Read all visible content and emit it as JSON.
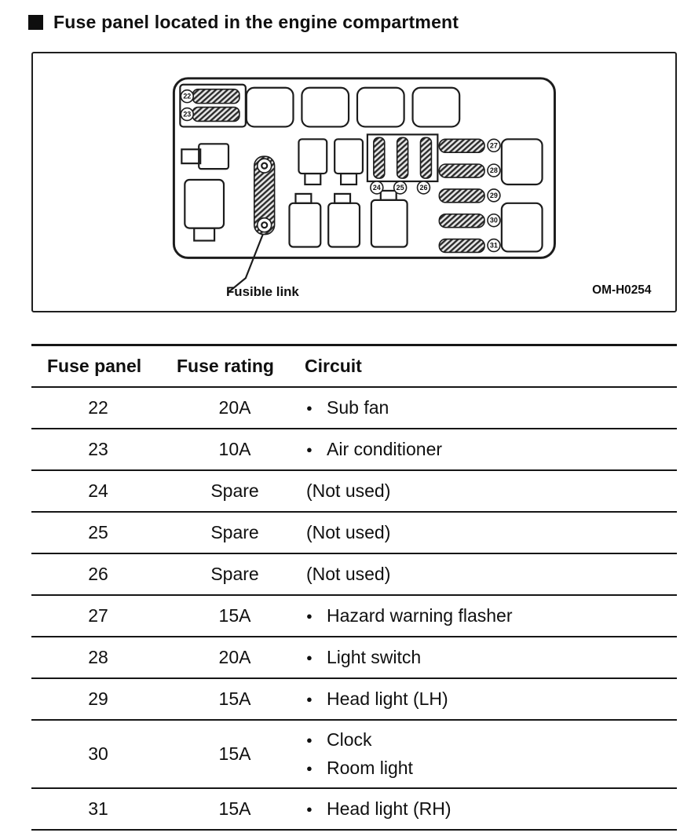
{
  "page": {
    "heading": "Fuse panel located in the engine compartment"
  },
  "figure": {
    "caption": "Fusible link",
    "code": "OM-H0254",
    "fuse_labels": {
      "f22": "22",
      "f23": "23",
      "f24": "24",
      "f25": "25",
      "f26": "26",
      "f27": "27",
      "f28": "28",
      "f29": "29",
      "f30": "30",
      "f31": "31"
    }
  },
  "table": {
    "headers": {
      "panel": "Fuse panel",
      "rating": "Fuse rating",
      "circuit": "Circuit"
    },
    "bullet": "●",
    "rows": [
      {
        "panel": "22",
        "rating": "20A",
        "circuits": [
          "Sub fan"
        ]
      },
      {
        "panel": "23",
        "rating": "10A",
        "circuits": [
          "Air conditioner"
        ]
      },
      {
        "panel": "24",
        "rating": "Spare",
        "circuits": [
          "(Not used)"
        ]
      },
      {
        "panel": "25",
        "rating": "Spare",
        "circuits": [
          "(Not used)"
        ]
      },
      {
        "panel": "26",
        "rating": "Spare",
        "circuits": [
          "(Not used)"
        ]
      },
      {
        "panel": "27",
        "rating": "15A",
        "circuits": [
          "Hazard warning flasher"
        ]
      },
      {
        "panel": "28",
        "rating": "20A",
        "circuits": [
          "Light switch"
        ]
      },
      {
        "panel": "29",
        "rating": "15A",
        "circuits": [
          "Head light (LH)"
        ]
      },
      {
        "panel": "30",
        "rating": "15A",
        "circuits": [
          "Clock",
          "Room light"
        ]
      },
      {
        "panel": "31",
        "rating": "15A",
        "circuits": [
          "Head light (RH)"
        ]
      }
    ]
  }
}
